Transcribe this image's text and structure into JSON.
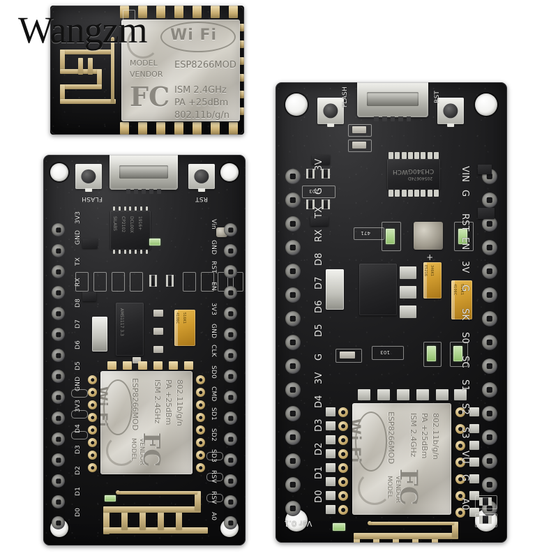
{
  "watermark": {
    "text": "Wangzm"
  },
  "module_top": {
    "name": "ESP-12F ESP8266 WiFi module",
    "labels": {
      "wifi": "Wi Fi",
      "model": "MODEL",
      "vendor": "VENDOR",
      "part": "ESP8266MOD",
      "ism": "ISM  2.4GHz",
      "pa": "PA   +25dBm",
      "std": "802.11b/g/n",
      "fcc": "FC"
    }
  },
  "board_left": {
    "name": "NodeMCU ESP8266 CP2102 board",
    "buttons": [
      {
        "label": "FLASH"
      },
      {
        "label": "RST"
      }
    ],
    "usb": "micro-usb",
    "usb_chip": {
      "vendor": "SILABS",
      "part": "CP2102",
      "lot1": "DCL00X",
      "lot2": "1916+"
    },
    "regulator": "AMS1117 3.3",
    "cap": {
      "line1": "4106C",
      "line2": "516K1"
    },
    "pins_left": [
      "3V3",
      "GND",
      "TX",
      "RX",
      "D8",
      "D7",
      "D6",
      "D5",
      "GND",
      "3V3",
      "D4",
      "D3",
      "D2",
      "D1",
      "D0"
    ],
    "pins_right": [
      "Vin",
      "GND",
      "RST",
      "EN",
      "3V3",
      "GND",
      "CLK",
      "SD0",
      "CMD",
      "SD1",
      "SD2",
      "SD3",
      "RSV",
      "RSV",
      "A0"
    ],
    "module": {
      "wifi": "Wi Fi",
      "model": "MODEL",
      "vendor": "VENDOR",
      "part": "ESP8266MOD",
      "ism": "ISM  2.4GHz",
      "pa": "PA   +25dBm",
      "std": "802.11b/g/n",
      "fcc": "FC"
    }
  },
  "board_right": {
    "name": "NodeMCU ESP8266 CH340G board",
    "buttons": [
      {
        "label": "FLASH"
      },
      {
        "label": "RST"
      }
    ],
    "usb": "micro-usb",
    "usb_chip": {
      "vendor": "WCH",
      "part": "CH340G",
      "lot": "20540674D"
    },
    "version": "Ver 0.1",
    "cap1": {
      "line1": "E5216",
      "line2": "346K1"
    },
    "cap2": {
      "line1": "4106C",
      "line2": "516K1"
    },
    "res_mark": "103",
    "res_mark2": "471",
    "pins_left": [
      "3V",
      "G",
      "TX",
      "RX",
      "D8",
      "D7",
      "D6",
      "D5",
      "G",
      "3V",
      "D4",
      "D3",
      "D2",
      "D1",
      "D0"
    ],
    "pins_right": [
      "VIN",
      "G",
      "RST",
      "EN",
      "3V",
      "G",
      "SK",
      "S0",
      "SC",
      "S1",
      "S2",
      "S3",
      "VU",
      "G",
      "A0"
    ],
    "module": {
      "wifi": "Wi Fi",
      "model": "MODEL",
      "vendor": "VENDOR",
      "part": "ESP8266MOD",
      "ism": "ISM  2.4GHz",
      "pa": "PA   +25dBm",
      "std": "802.11b/g/n",
      "fcc": "FC"
    }
  },
  "colors": {
    "pcb_black": "#1a1a1c",
    "gold": "#c4ad79",
    "shield_silver": "#c9c5bb",
    "background": "#ffffff"
  }
}
